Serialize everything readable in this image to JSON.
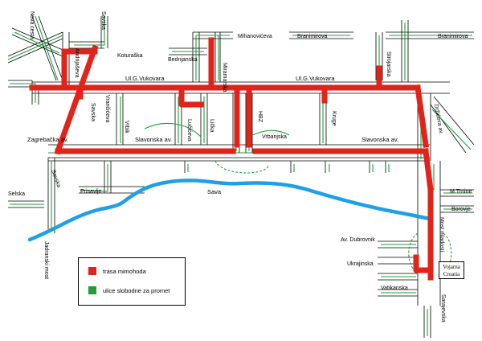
{
  "legend": {
    "route_label": "trasa mimohoda",
    "route_color": "#e2231a",
    "free_label": "ulice slobodne za promet",
    "free_color": "#1f9e3a"
  },
  "river_color": "#1fa0e6",
  "labels": {
    "nova_cesta": "Nova cesta",
    "savska_top": "Savska",
    "andrijaseva": "Andrijaševa",
    "koturaska": "Koturaška",
    "mihanoviceva": "Mihanovićeva",
    "branimirova1": "Branimirova",
    "branimirova2": "Branimirova",
    "bednjanska": "Bednjanska",
    "miramarska": "Miramarska",
    "strojarska": "Strojarska",
    "vukovara1": "Ul.G.Vukovara",
    "vukovara2": "Ul.G.Vukovara",
    "savska_mid": "Savska",
    "vrancicева": "Vrančićeva",
    "hbz": "HBZ",
    "kruge": "Kruge",
    "drziceva": "Držićeva av.",
    "lucijeva": "Lučićeva",
    "licka": "Lička",
    "vrbik": "Vrbik",
    "zagrebacka": "Zagrebačka av.",
    "slavonska1": "Slavonska av.",
    "vrbanjska": "Vrbanjska",
    "slavonska2": "Slavonska av.",
    "savska_low": "Savska",
    "selska": "Selska",
    "prisavlje": "Prisavlje",
    "sava": "Sava",
    "m_trnine": "M.Trnine",
    "borovje": "Borovje",
    "most_mladosti": "Most mladosti",
    "jadranski_most": "Jadranski most",
    "av_dubrovnik": "Av. Dubrovnik",
    "ukrajinska": "Ukrajinska",
    "vatikanska": "Vatikanska",
    "sarajevska": "Sarajevska"
  },
  "vojarna": {
    "line1": "Vojarna",
    "line2": "Croatia"
  }
}
